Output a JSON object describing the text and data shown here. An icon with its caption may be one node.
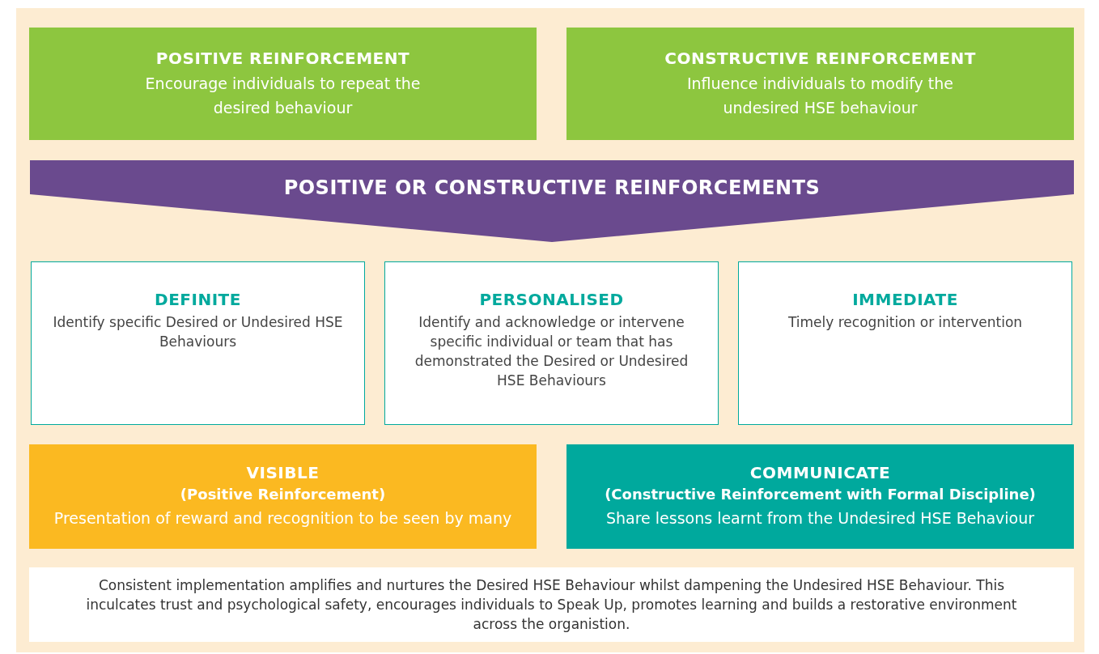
{
  "diagram": {
    "nodes": [
      {
        "text": [
          "POSITIVE REINFORCEMENT",
          "Encourage individuals to repeat the desired behaviour"
        ]
      },
      {
        "text": [
          "CONSTRUCTIVE REINFORCEMENT",
          "Influence individuals to modify the undesired HSE behaviour"
        ]
      },
      {
        "text": [
          "POSITIVE OR CONSTRUCTIVE REINFORCEMENTS"
        ]
      },
      {
        "text": [
          "DEFINITE",
          "Identify specific Desired or Undesired HSE Behaviours"
        ]
      },
      {
        "text": [
          "PERSONALISED",
          "Identify and acknowledge or intervene specific individual or team that has demonstrated the Desired or Undesired HSE Behaviours"
        ]
      },
      {
        "text": [
          "IMMEDIATE",
          "Timely recognition or intervention"
        ]
      },
      {
        "text": [
          "VISIBLE",
          "(Positive Reinforcement)",
          "Presentation of reward and recognition to be seen by many"
        ]
      },
      {
        "text": [
          "COMMUNICATE",
          "(Constructive Reinforcement with Formal Discipline)",
          "Share lessons learnt from the Undesired HSE Behaviour"
        ]
      },
      {
        "text": [
          "Consistent implementation amplifies and nurtures the Desired HSE Behaviour whilst dampening the Undesired HSE Behaviour. This inculcates trust and psychological safety, encourages individuals to Speak Up, promotes learning and builds a restorative environment across the organistion."
        ]
      }
    ],
    "edges": []
  }
}
